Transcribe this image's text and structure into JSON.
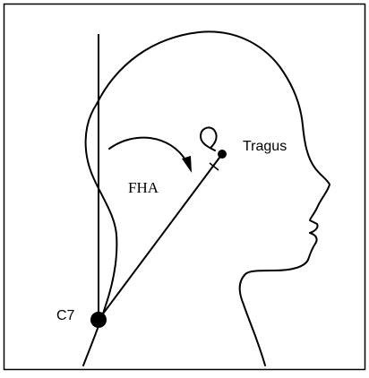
{
  "diagram": {
    "labels": {
      "tragus": "Tragus",
      "fha": "FHA",
      "c7": "C7"
    },
    "colors": {
      "ink": "#000000",
      "background": "#ffffff"
    }
  }
}
